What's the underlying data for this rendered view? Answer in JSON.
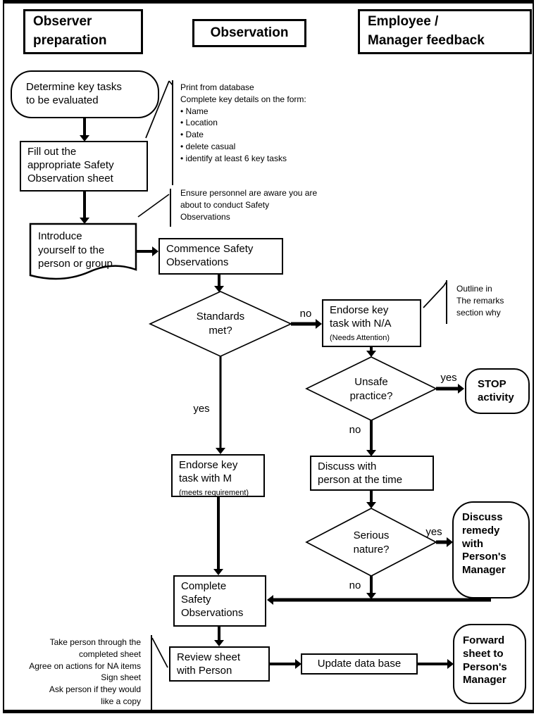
{
  "headers": {
    "observer_prep": "Observer\npreparation",
    "observation": "Observation",
    "feedback": "Employee /\nManager feedback"
  },
  "nodes": {
    "determine": "Determine key tasks\nto be evaluated",
    "fill_out": "Fill out the\nappropriate Safety\nObservation sheet",
    "introduce": "Introduce\nyourself to the\nperson or group",
    "commence": "Commence Safety\nObservations",
    "standards_met": "Standards\nmet?",
    "endorse_na": "Endorse key\ntask with N/A",
    "endorse_na_sub": "(Needs Attention)",
    "unsafe_practice": "Unsafe\npractice?",
    "stop": "STOP\nactivity",
    "discuss_time": "Discuss with\nperson at the time",
    "endorse_m": "Endorse key\ntask with M",
    "endorse_m_sub": "(meets requirement)",
    "serious_nature": "Serious\nnature?",
    "discuss_remedy": "Discuss\nremedy\nwith\nPerson's\nManager",
    "complete": "Complete\nSafety\nObservations",
    "review": "Review sheet\nwith Person",
    "update": "Update data base",
    "forward": "Forward\nsheet to\nPerson's\nManager"
  },
  "edge_labels": {
    "standards_no": "no",
    "standards_yes": "yes",
    "unsafe_yes": "yes",
    "unsafe_no": "no",
    "serious_yes": "yes",
    "serious_no": "no"
  },
  "annotations": {
    "print_db": "Print from database\nComplete key details on the form:\n• Name\n• Location\n• Date\n• delete casual\n• identify at least 6 key tasks",
    "ensure": "Ensure personnel are aware you are\nabout to conduct Safety\nObservations",
    "outline": "Outline in\nThe remarks\nsection why",
    "review_notes": "Take person through the\ncompleted sheet\nAgree on actions for NA items\nSign sheet\nAsk person if they would\nlike a copy"
  },
  "colors": {
    "ink": "#000000",
    "paper": "#ffffff"
  }
}
